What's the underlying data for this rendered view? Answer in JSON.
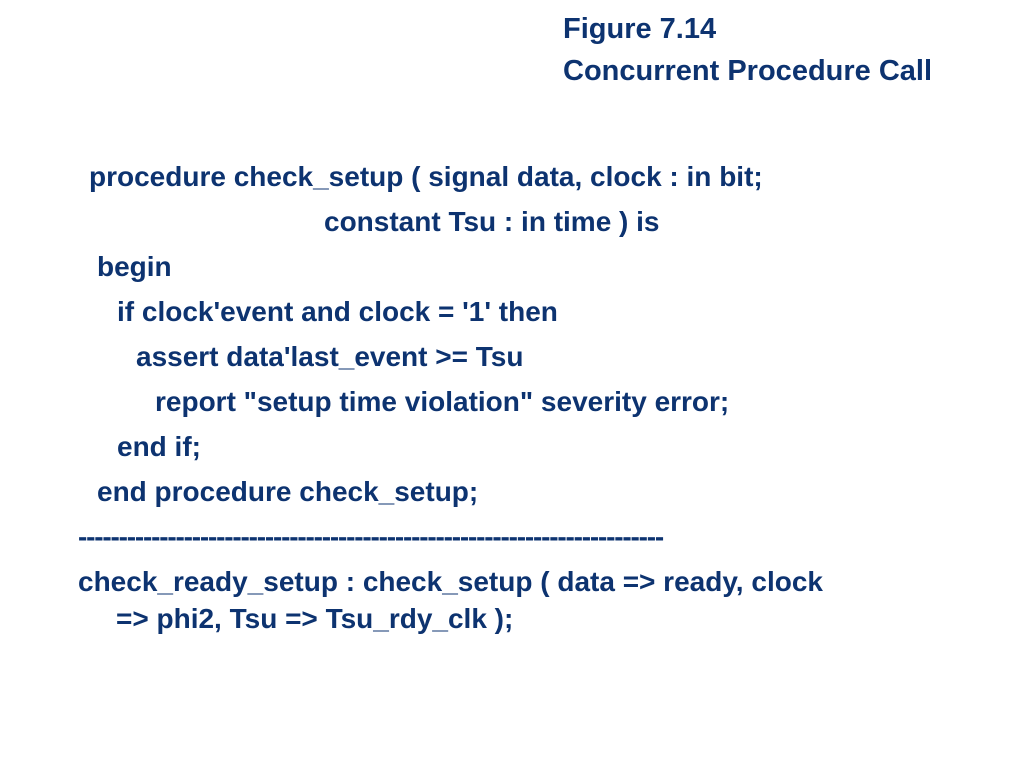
{
  "slide": {
    "title_line1": "Figure 7.14",
    "title_line2": "Concurrent Procedure Call",
    "code_lines": [
      "procedure check_setup ( signal data, clock : in bit;",
      "constant Tsu : in time ) is",
      "begin",
      "if clock'event and clock = '1' then",
      "assert data'last_event >= Tsu",
      "report \"setup time violation\" severity error;",
      "end if;",
      "end procedure check_setup;",
      "------------------------------------------------------------------------",
      "check_ready_setup : check_setup ( data => ready, clock",
      "=> phi2, Tsu => Tsu_rdy_clk );"
    ]
  },
  "colors": {
    "text": "#0d3370",
    "background": "#ffffff"
  }
}
